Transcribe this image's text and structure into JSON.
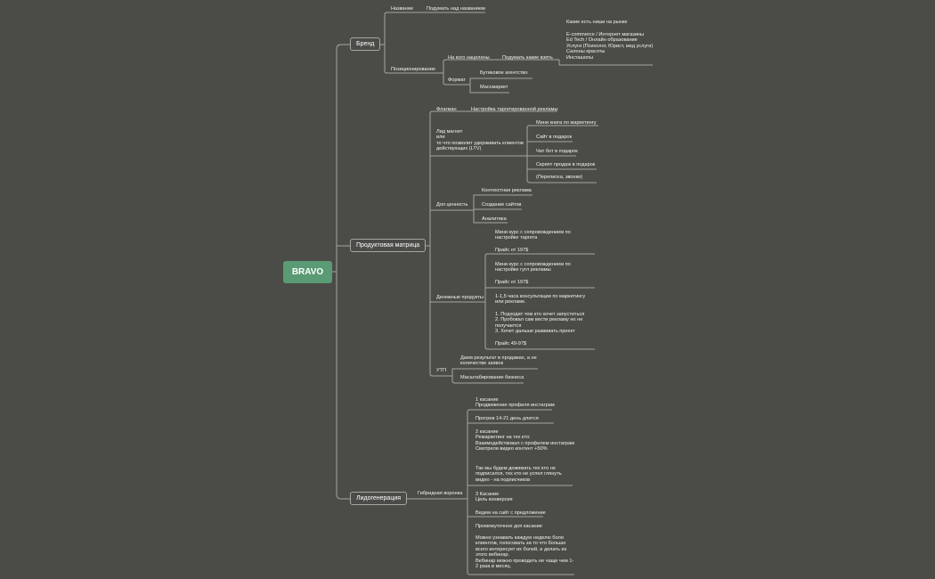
{
  "root": "BRAVO",
  "branches": {
    "brand": {
      "label": "Бренд",
      "name_label": "Название",
      "name_value": "Подумать над названием",
      "positioning_label": "Позиционирование",
      "target_label": "На кого нацелены",
      "target_value": "Подумать какие взять",
      "niches_title": "Какие есть ниши на рынке",
      "niches_list": "E-commerce / Интернет магазины\nEd Tech / Онлайн образование\nУслуги (Психолог, Юрист, мед услуги)\nСалоны красоты\nИнсташопы",
      "format_label": "Формат",
      "format_items": [
        "Бутиковое агентство",
        "Массмаркет"
      ]
    },
    "product": {
      "label": "Продуктовая матрица",
      "flagship_label": "Флагман",
      "flagship_value": "Настройка таргетированной рекламы",
      "leadmagnet_label": "Лид магнит\nили\nто что позволит удерживать клиентов\nдействующих (LTV)",
      "leadmagnet_items": [
        "Мини книга по маркетингу",
        "Сайт в подарок",
        "Чат бот в подарок",
        "Скрипт продаж в подарок",
        "(Переписка, звонки)"
      ],
      "extra_label": "Доп ценность",
      "extra_items": [
        "Контекстная реклама",
        "Создание сайтов",
        "Аналитика"
      ],
      "money_label": "Денежные продукты",
      "money_items": [
        "Мини курс с сопровождением по настройке таргета",
        "Прайс от 197$",
        "Мини курс с сопровождением по настройке гугл рекламы",
        "Прайс от 197$",
        "1-1,5 часа консультации по маркетингу или рекламе.",
        "1. Подходит тем кто хочет запуститься\n2. Пробовал сам вести рекламу но не получается\n3. Хочет дальше развивать проект",
        "Прайс 49-97$"
      ],
      "utp_label": "УТП",
      "utp_items": [
        "Даем результат в продажах, а не количестве заявок",
        "Масштабирование бизнеса"
      ]
    },
    "leadgen": {
      "label": "Лидогенерация",
      "funnel_label": "Гибридная воронка",
      "items": [
        "1 касание\nПродвижение профиля инстаграм",
        "Прогрев 14-21 день длится",
        "2 касание\nРемаркетинг на тех кто:\nВзаимодействовал с профилем инстаграм\nСмотрели видео контент +50%",
        "Так мы будем дожимать тех кто не подписался, тех кто не успел глянуть видео - на подписчиков",
        "3 Касание\nЦель конверсия",
        "Ведем на сайт с предложение",
        "Промежуточное доп касание",
        "Можно узнавать каждую неделю боли клиентов, голосовать за то что больше всего интересует их болей, и делать из этого вебинар.\nВебинар можно проводить не чаще чем 1-2 раза в месяц."
      ]
    }
  },
  "colors": {
    "background": "#4b4b47",
    "root": "#5a9a74",
    "line": "#a6a6a2"
  }
}
